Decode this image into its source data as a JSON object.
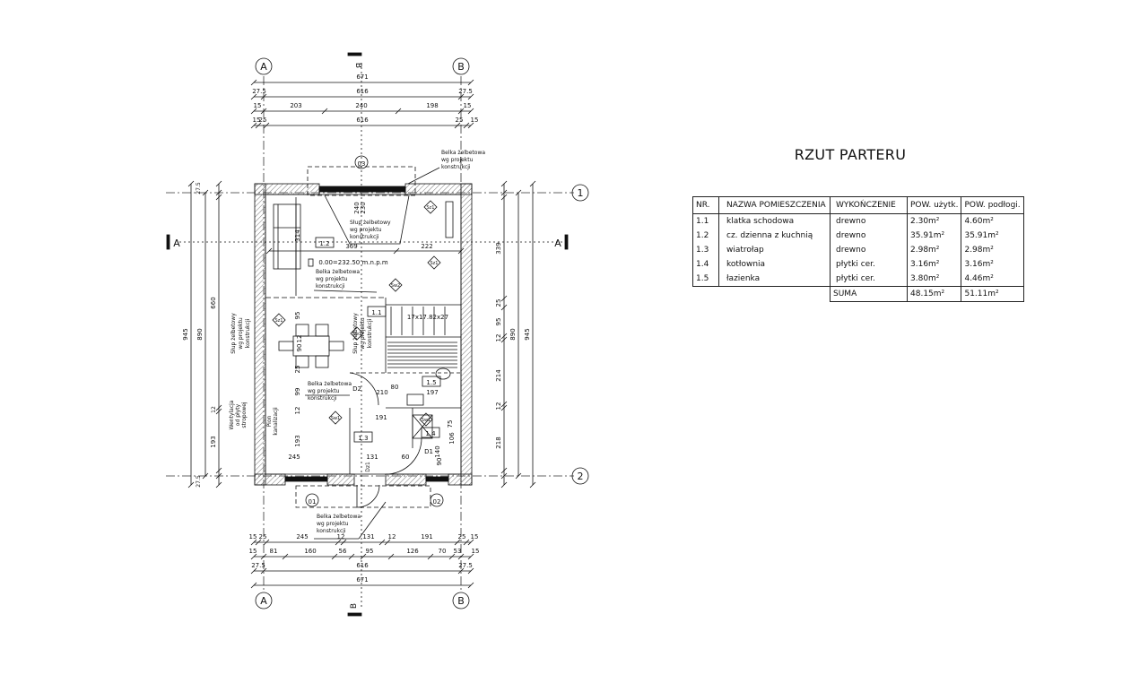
{
  "title": "RZUT PARTERU",
  "table": {
    "headers": [
      "NR.",
      "NAZWA POMIESZCZENIA",
      "WYKOŃCZENIE",
      "POW. użytk.",
      "POW. podłogi."
    ],
    "rows": [
      {
        "nr": "1.1",
        "name": "klatka schodowa",
        "finish": "drewno",
        "usable": "2.30m²",
        "floor": "4.60m²"
      },
      {
        "nr": "1.2",
        "name": "cz. dzienna z kuchnią",
        "finish": "drewno",
        "usable": "35.91m²",
        "floor": "35.91m²"
      },
      {
        "nr": "1.3",
        "name": "wiatrołap",
        "finish": "drewno",
        "usable": "2.98m²",
        "floor": "2.98m²"
      },
      {
        "nr": "1.4",
        "name": "kotłownia",
        "finish": "płytki cer.",
        "usable": "3.16m²",
        "floor": "3.16m²"
      },
      {
        "nr": "1.5",
        "name": "łazienka",
        "finish": "płytki cer.",
        "usable": "3.80m²",
        "floor": "4.46m²"
      }
    ],
    "sum_label": "SUMA",
    "sum_usable": "48.15m²",
    "sum_floor": "51.11m²"
  },
  "plan": {
    "axes": {
      "a": "A",
      "b": "B",
      "one": "1",
      "two": "2"
    },
    "section_marks": {
      "a": "A",
      "b": "B"
    },
    "top_dims": {
      "row1": [
        "671"
      ],
      "row2": [
        "27.5",
        "616",
        "27.5"
      ],
      "row3": [
        "15",
        "203",
        "240",
        "198",
        "15"
      ],
      "row4": [
        "15",
        "25",
        "616",
        "25",
        "15"
      ]
    },
    "bottom_dims": {
      "row1": [
        "15",
        "25",
        "245",
        "12",
        "131",
        "12",
        "191",
        "25",
        "15"
      ],
      "row2": [
        "15",
        "81",
        "160",
        "56",
        "95",
        "126",
        "70",
        "53",
        "15"
      ],
      "row3": [
        "27.5",
        "616",
        "27.5"
      ],
      "row4": [
        "671"
      ]
    },
    "left_dims": {
      "outer": "945",
      "mid": "890",
      "inner_top": "660",
      "inner_bottom": "193",
      "small": [
        "27.5",
        "25",
        "15",
        "12",
        "27.5",
        "15",
        "25"
      ]
    },
    "right_dims": {
      "outer": "945",
      "mid": "890",
      "inner": [
        "339",
        "25",
        "95",
        "12",
        "214",
        "12",
        "218"
      ],
      "small": [
        "15",
        "27.5",
        "15",
        "27.5"
      ]
    },
    "window_tags": [
      "03",
      "01",
      "02"
    ],
    "room_tags": [
      "1.1",
      "1.2",
      "1.3",
      "1.4",
      "1.5"
    ],
    "annotations": {
      "belka": [
        "Belka żelbetowa",
        "wg projektu",
        "konstrukcji"
      ],
      "slup": [
        "Słup żelbetowy",
        "wg projektu",
        "konstrukcji"
      ],
      "level": "0.00=232.50 m.n.p.m",
      "stairs": "17x17.82x27",
      "went": [
        "Wentylacja",
        "od płyty",
        "stropowej"
      ],
      "pion": [
        "Pion",
        "kanalizacji"
      ],
      "door_d1": "D1",
      "door_d2": "D2",
      "door_dz1": "Dz1",
      "sz1": "Sz1",
      "sw1": "Sw1",
      "sw2": "Sw2"
    },
    "interior_dims": [
      "314",
      "369",
      "222",
      "240",
      "230",
      "95",
      "12",
      "90",
      "25",
      "99",
      "12",
      "193",
      "245",
      "131",
      "60",
      "191",
      "197",
      "210",
      "80",
      "75",
      "106",
      "140",
      "90"
    ]
  }
}
